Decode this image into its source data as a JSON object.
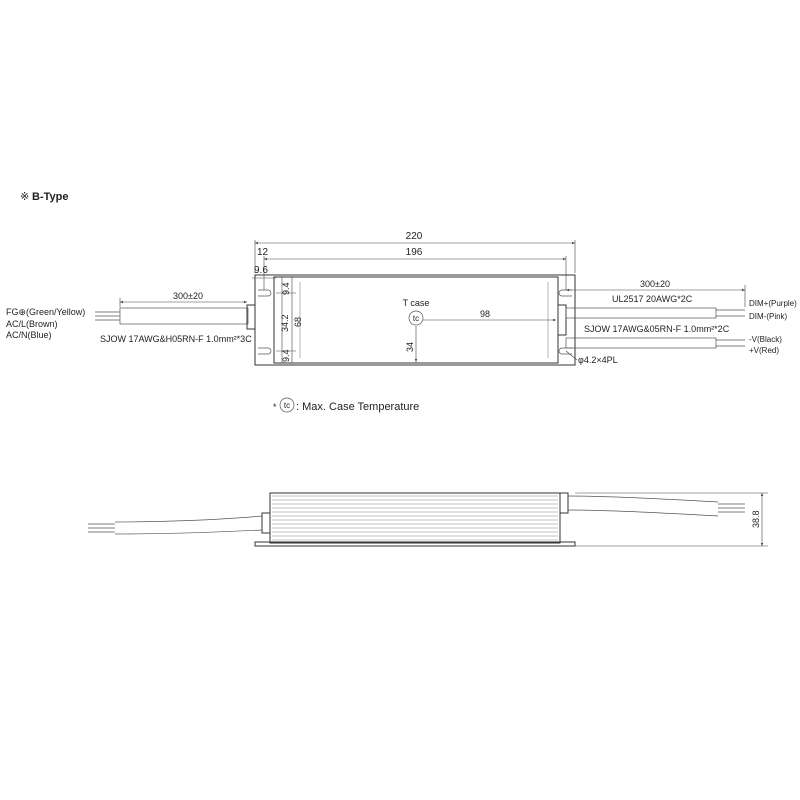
{
  "type_title": "B-Type",
  "type_marker": "※",
  "dimensions": {
    "overall_length": "220",
    "mount_pitch": "196",
    "edge_to_hole": "12",
    "hole_offset": "9.6",
    "top_margin": "9.4",
    "hole_spacing": "34.2",
    "bottom_margin": "9.4",
    "body_width": "68",
    "tc_from_edge": "98",
    "tc_height": "34",
    "side_height": "38.8",
    "input_cable_length": "300±20",
    "output_cable_length": "300±20"
  },
  "labels": {
    "t_case": "T case",
    "tc_symbol": "tc",
    "input_fg": "FG⊕(Green/Yellow)",
    "input_acl": "AC/L(Brown)",
    "input_acn": "AC/N(Blue)",
    "input_cable": "SJOW 17AWG&H05RN-F 1.0mm²*3C",
    "dim_cable": "UL2517 20AWG*2C",
    "out_cable": "SJOW 17AWG&05RN-F 1.0mm²*2C",
    "dim_plus": "DIM+(Purple)",
    "dim_minus": "DIM-(Pink)",
    "v_minus": "-V(Black)",
    "v_plus": "+V(Red)",
    "holes": "φ4.2×4PL",
    "legend_bullet": "*",
    "legend_text": ": Max. Case Temperature"
  }
}
